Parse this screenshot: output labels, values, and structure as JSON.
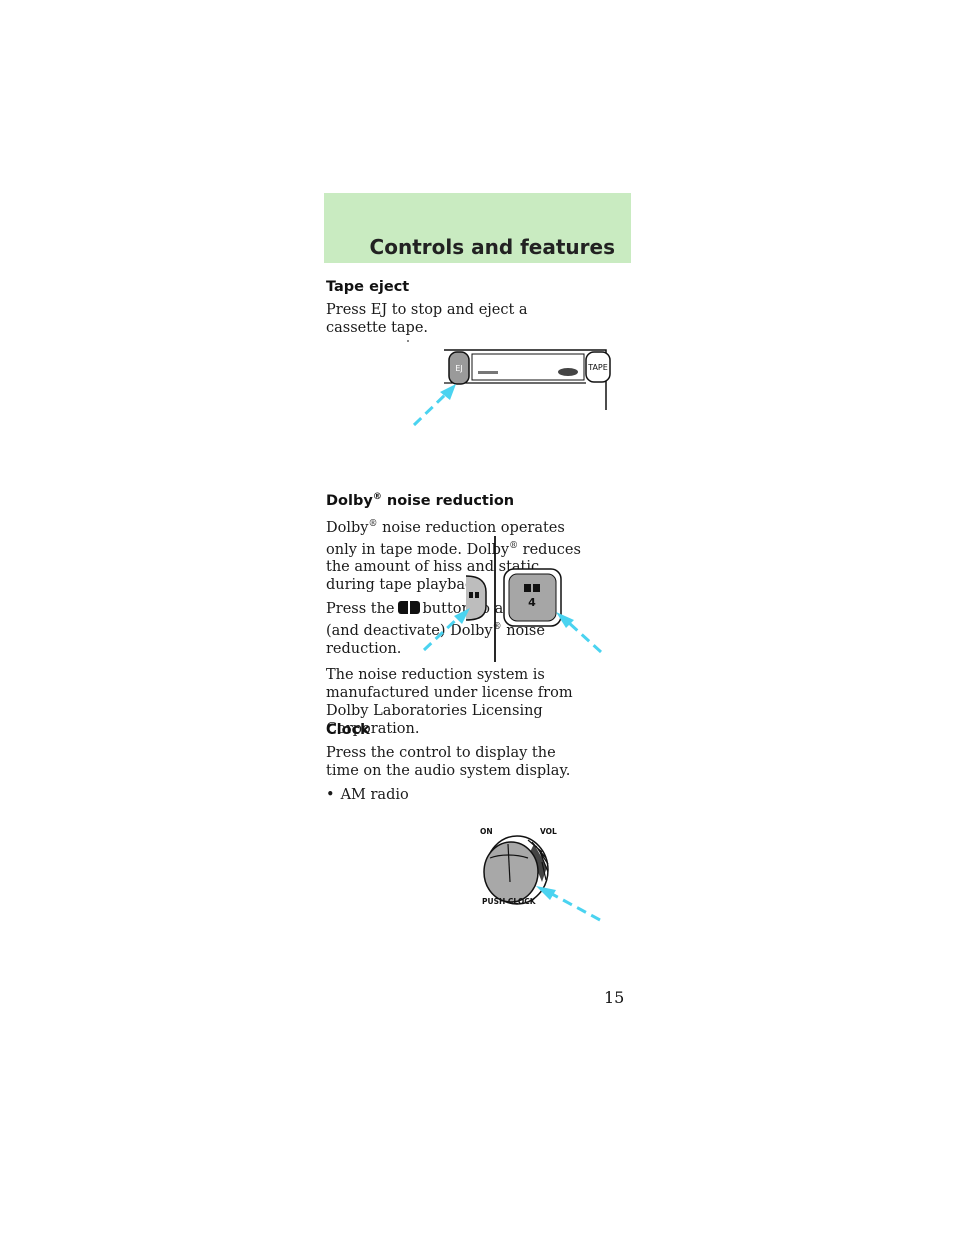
{
  "header": {
    "title": "Controls and features"
  },
  "tape_eject": {
    "heading": "Tape eject",
    "body": "Press EJ to stop and eject a cassette tape.",
    "figure": {
      "ej_label": "EJ",
      "tape_label": "TAPE"
    }
  },
  "dolby": {
    "heading_prefix": "Dolby",
    "reg_mark": "®",
    "heading_suffix": "noise reduction",
    "p1_a": "Dolby",
    "p1_b": "noise reduction operates only in tape mode. Dolby",
    "p1_c": "reduces the amount of hiss and static during tape playback.",
    "p2_a": "Press the",
    "p2_b": "button to activate (and deactivate) Dolby",
    "p2_c": "noise reduction.",
    "p3": "The noise reduction system is manufactured under license from Dolby Laboratories Licensing Corporation.",
    "figure": {
      "preset_number": "4"
    }
  },
  "clock": {
    "heading": "Clock",
    "body": "Press the control to display the time on the audio system display.",
    "bullets": [
      "AM radio"
    ],
    "figure": {
      "on_label": "ON",
      "vol_label": "VOL",
      "push_clock_label": "PUSH CLOCK"
    }
  },
  "page_number": "15",
  "colors": {
    "header_band": "#c9ebc1",
    "callout_arrow": "#4ad3f0"
  }
}
